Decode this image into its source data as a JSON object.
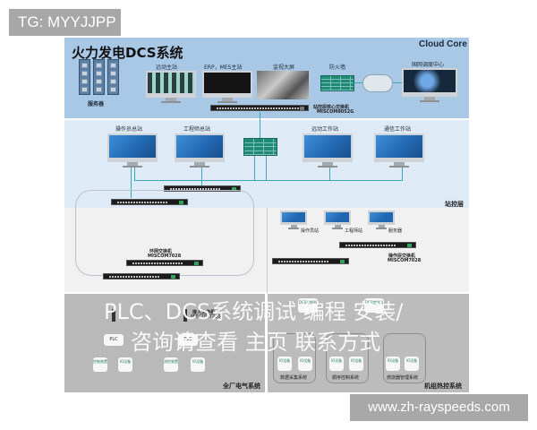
{
  "badge": {
    "text": "TG: MYYJJPP"
  },
  "diagram": {
    "title": "火力发电DCS系统",
    "cloud_core": "Cloud Core",
    "top_layer": {
      "servers_label": "服务器",
      "monitors": [
        {
          "label": "远动主站"
        },
        {
          "label": "ERP，MES主站"
        },
        {
          "label": "监视大屏"
        }
      ],
      "firewall_label": "防火墙",
      "grid_center_label": "国网调度中心",
      "core_switch": {
        "name": "站控层核心交换机",
        "model": "MISCOM8052G"
      }
    },
    "station_layer": {
      "label": "站控层",
      "workstations": [
        {
          "label": "操作员总站"
        },
        {
          "label": "工程师总站"
        },
        {
          "label": "远动工作站"
        },
        {
          "label": "通信工作站"
        }
      ]
    },
    "lower_layer": {
      "ring_switch": {
        "name": "环网交换机",
        "model": "MISCOM7028"
      },
      "operator_switch": {
        "name": "操作层交换机",
        "model": "MISCOM7028"
      },
      "small_stations": [
        {
          "label": "操作员站"
        },
        {
          "label": "工程师站"
        },
        {
          "label": "服务器"
        }
      ]
    },
    "plant_electrical": {
      "label": "全厂电气系统",
      "access_switch": {
        "name": "接入交换机",
        "model": "MISCOM7210"
      },
      "plc_label": "PLC",
      "plc2_label": "PLC",
      "devices": [
        {
          "label": "控制装置"
        },
        {
          "label": "IO设备"
        },
        {
          "label": "测控装置"
        },
        {
          "label": "IO设备"
        }
      ]
    },
    "unit_thermal": {
      "label": "机组热控系统",
      "top_boxes": [
        {
          "label": "DCS控制器"
        },
        {
          "label": "DCS控制器"
        }
      ],
      "groups": [
        {
          "label": "数据采集系统",
          "devices": [
            "IO设备",
            "IO设备"
          ]
        },
        {
          "label": "顺序控制系统",
          "devices": [
            "IO设备",
            "IO设备"
          ]
        },
        {
          "label": "燃烧器管理系统",
          "devices": [
            "IO设备",
            "IO设备"
          ]
        }
      ]
    }
  },
  "overlay": {
    "line1": "PLC、DCS系统调试 编程 安装/",
    "line2": "咨询请查看 主页 联系方式"
  },
  "watermark": {
    "text": "www.zh-rayspeeds.com"
  }
}
